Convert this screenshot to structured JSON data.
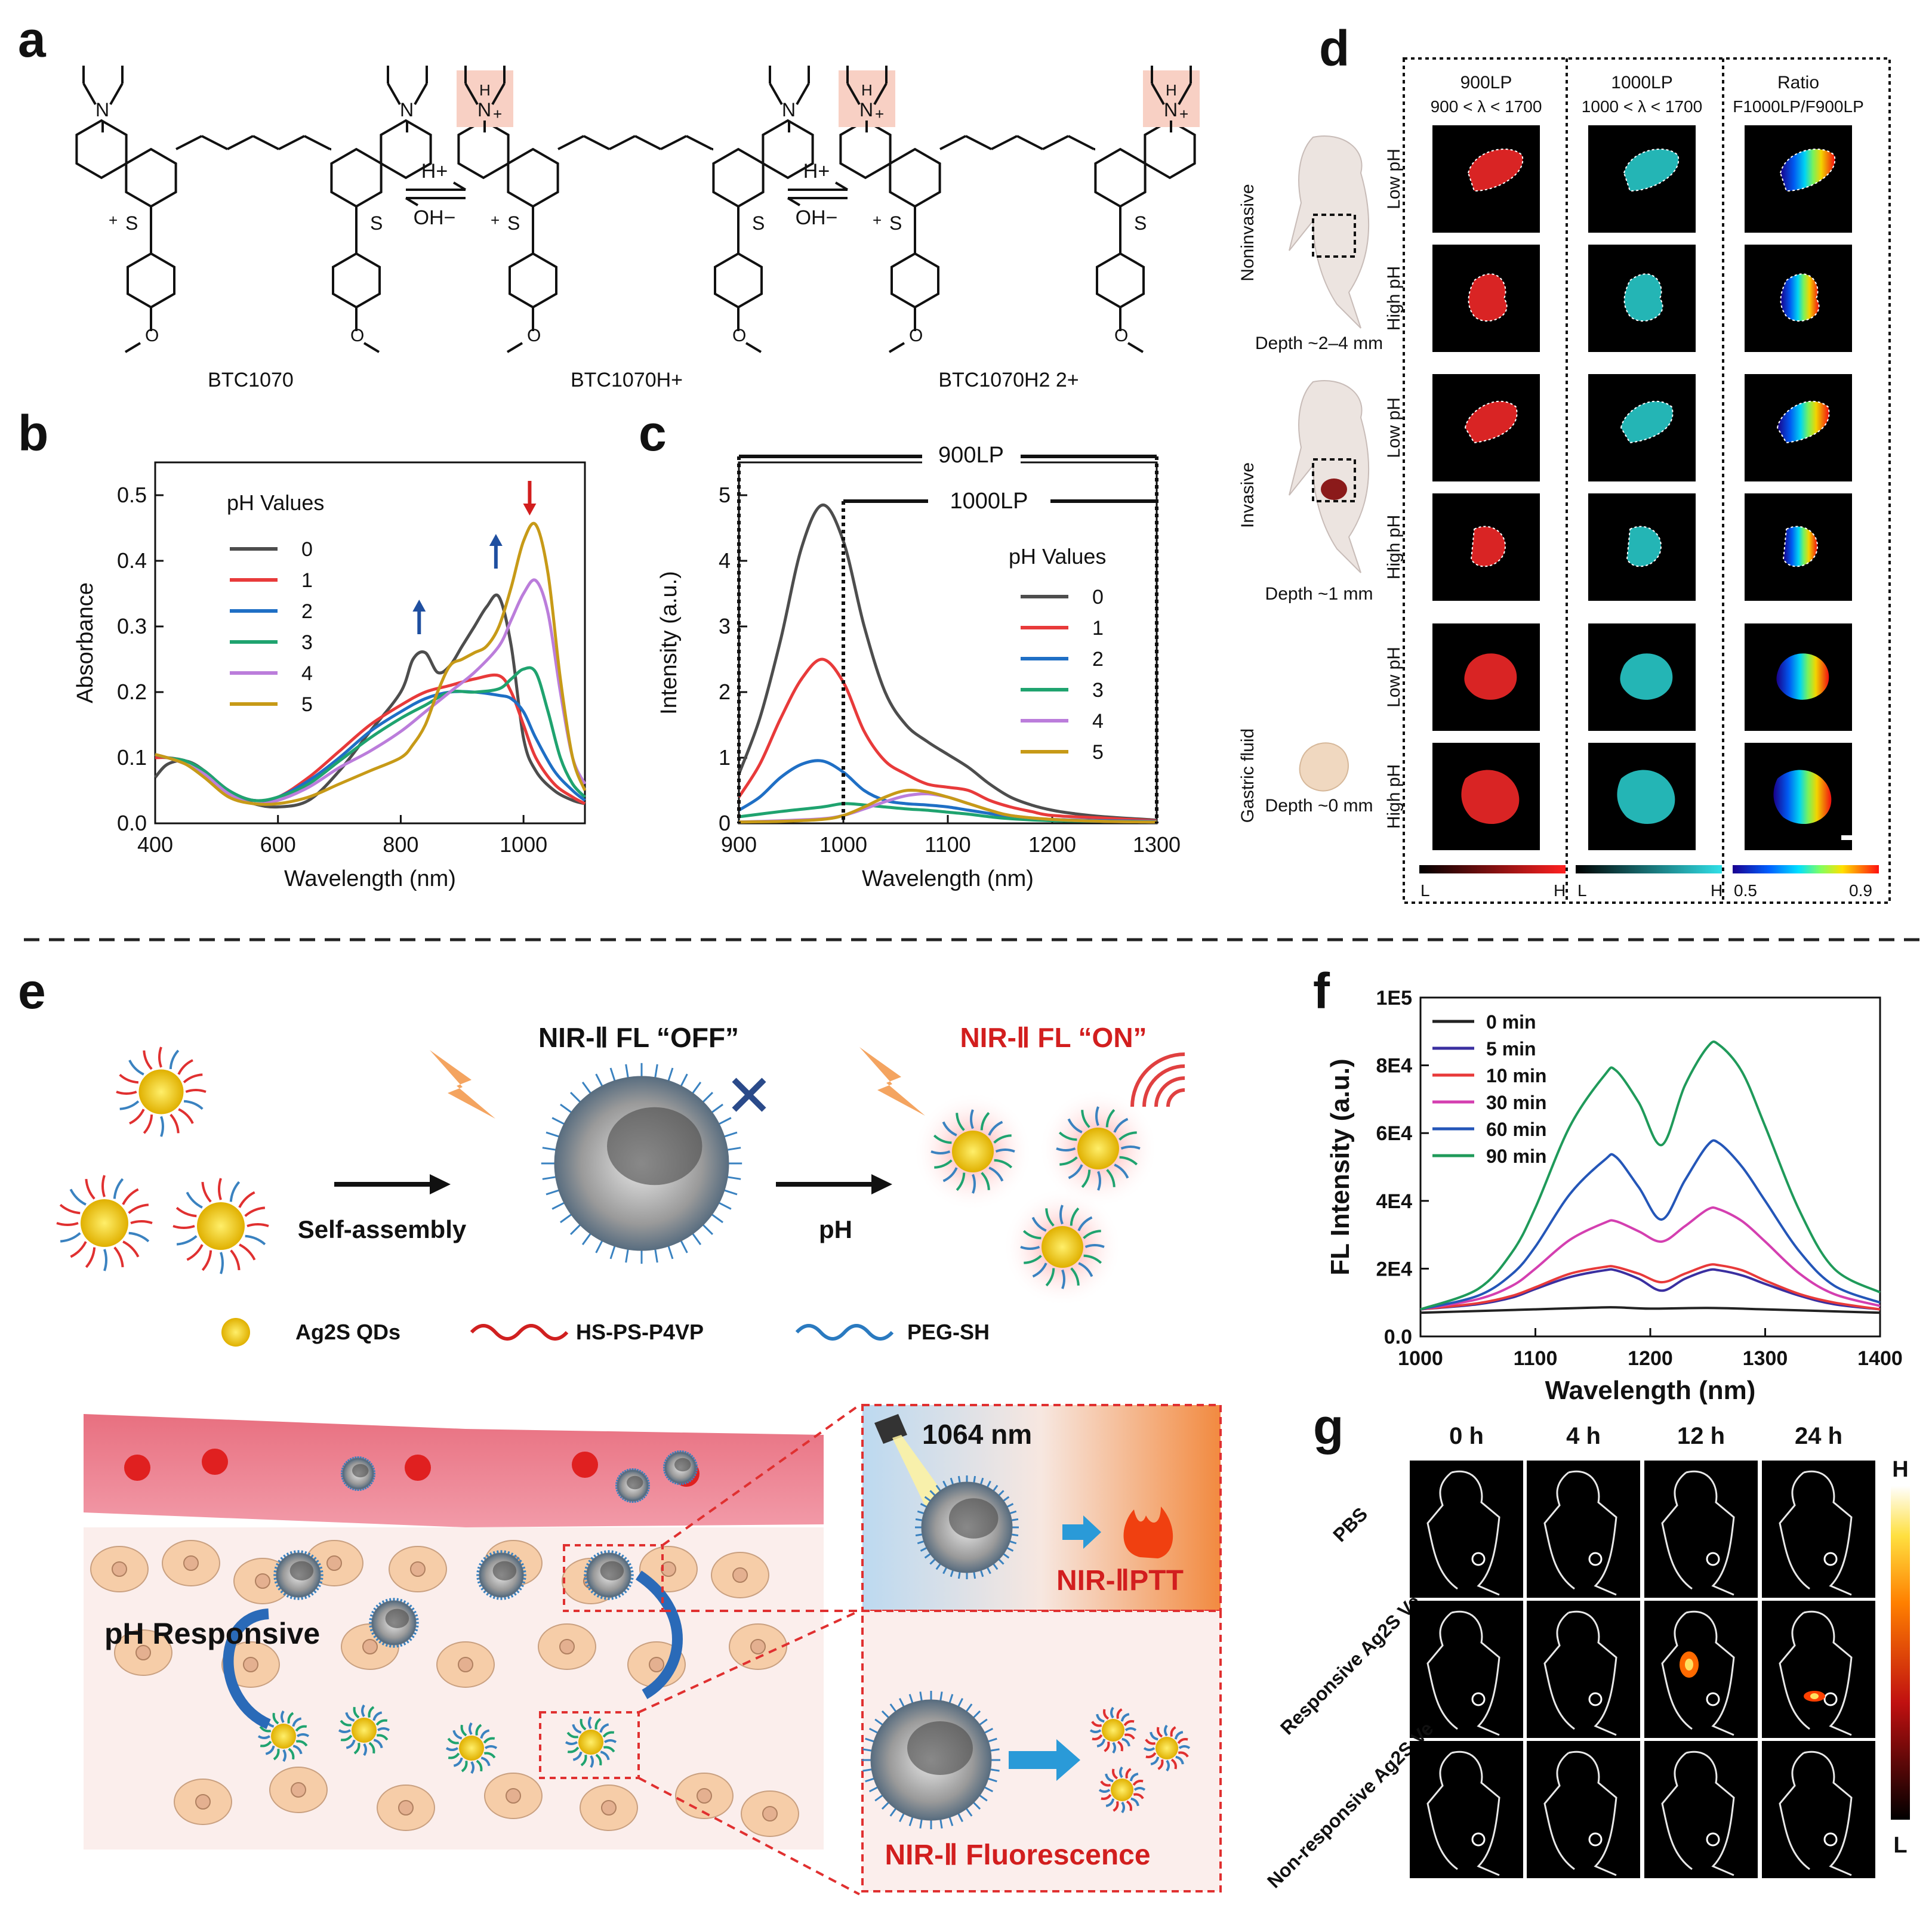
{
  "panels": [
    "a",
    "b",
    "c",
    "d",
    "e",
    "f",
    "g"
  ],
  "panel_a": {
    "species": [
      "BTC1070",
      "BTC1070H+",
      "BTC1070H2 2+"
    ],
    "arrow_top": "H+",
    "arrow_bottom": "OH−",
    "atoms": {
      "N": "N",
      "S": "S",
      "H": "H",
      "plus": "+"
    }
  },
  "panel_d": {
    "columns": [
      {
        "title": "900LP",
        "subtitle": "900 < λ < 1700"
      },
      {
        "title": "1000LP",
        "subtitle": "1000 < λ < 1700"
      },
      {
        "title": "Ratio",
        "subtitle": "F1000LP/F900LP"
      }
    ],
    "groups": [
      {
        "label": "Noninvasive",
        "depth": "Depth ~2–4 mm"
      },
      {
        "label": "Invasive",
        "depth": "Depth ~1 mm"
      },
      {
        "label": "Gastric fluid",
        "depth": "Depth ~0 mm"
      }
    ],
    "row_labels": [
      "Low pH",
      "High pH"
    ],
    "scale_labels": {
      "low": "L",
      "high": "H",
      "ratio_min": "0.5",
      "ratio_max": "0.9"
    }
  },
  "panel_e": {
    "off_label": "NIR-Ⅱ FL “OFF”",
    "on_label": "NIR-Ⅱ FL “ON”",
    "self_assembly": "Self-assembly",
    "ph": "pH",
    "legend": [
      "Ag2S QDs",
      "HS-PS-P4VP",
      "PEG-SH"
    ],
    "ph_responsive": "pH Responsive",
    "laser": "1064 nm",
    "ptt": "NIR-ⅡPTT",
    "fluorescence": "NIR-Ⅱ Fluorescence"
  },
  "panel_g": {
    "times": [
      "0 h",
      "4 h",
      "12 h",
      "24 h"
    ],
    "rows": [
      "PBS",
      "Responsive Ag2S Ve",
      "Non-responsive Ag2S Ve"
    ],
    "scale": {
      "high": "H",
      "low": "L"
    }
  },
  "chart_data": [
    {
      "panel": "b",
      "type": "line",
      "xlabel": "Wavelength (nm)",
      "ylabel": "Absorbance",
      "xlim": [
        400,
        1100
      ],
      "ylim": [
        0,
        0.55
      ],
      "xticks": [
        400,
        600,
        800,
        1000
      ],
      "yticks": [
        0.0,
        0.1,
        0.2,
        0.3,
        0.4,
        0.5
      ],
      "legend_title": "pH Values",
      "legend_placement": "top-left",
      "series": [
        {
          "name": "0",
          "color": "#4d4d4d",
          "x": [
            400,
            420,
            450,
            480,
            520,
            560,
            600,
            650,
            700,
            750,
            800,
            820,
            840,
            860,
            880,
            900,
            920,
            940,
            960,
            980,
            1000,
            1020,
            1050,
            1080,
            1100
          ],
          "y": [
            0.07,
            0.09,
            0.095,
            0.08,
            0.045,
            0.03,
            0.025,
            0.035,
            0.08,
            0.14,
            0.2,
            0.25,
            0.26,
            0.23,
            0.24,
            0.27,
            0.3,
            0.33,
            0.345,
            0.27,
            0.13,
            0.08,
            0.05,
            0.035,
            0.03
          ]
        },
        {
          "name": "1",
          "color": "#e83a3a",
          "x": [
            400,
            420,
            450,
            480,
            520,
            560,
            600,
            650,
            700,
            750,
            800,
            840,
            880,
            920,
            960,
            980,
            1000,
            1020,
            1050,
            1080,
            1100
          ],
          "y": [
            0.1,
            0.1,
            0.095,
            0.08,
            0.05,
            0.035,
            0.04,
            0.07,
            0.11,
            0.15,
            0.18,
            0.2,
            0.21,
            0.22,
            0.225,
            0.2,
            0.15,
            0.1,
            0.06,
            0.04,
            0.03
          ]
        },
        {
          "name": "2",
          "color": "#1f6fc5",
          "x": [
            400,
            420,
            450,
            480,
            520,
            560,
            600,
            650,
            700,
            750,
            800,
            840,
            880,
            920,
            960,
            980,
            1000,
            1020,
            1050,
            1080,
            1100
          ],
          "y": [
            0.105,
            0.1,
            0.095,
            0.08,
            0.05,
            0.035,
            0.04,
            0.065,
            0.1,
            0.14,
            0.17,
            0.19,
            0.2,
            0.2,
            0.195,
            0.19,
            0.17,
            0.13,
            0.08,
            0.05,
            0.035
          ]
        },
        {
          "name": "3",
          "color": "#1fa36f",
          "x": [
            400,
            420,
            450,
            480,
            520,
            560,
            600,
            650,
            700,
            750,
            800,
            840,
            880,
            920,
            960,
            980,
            1000,
            1020,
            1040,
            1060,
            1080,
            1100
          ],
          "y": [
            0.105,
            0.1,
            0.095,
            0.08,
            0.05,
            0.035,
            0.04,
            0.06,
            0.095,
            0.13,
            0.16,
            0.18,
            0.2,
            0.2,
            0.205,
            0.22,
            0.235,
            0.23,
            0.17,
            0.1,
            0.06,
            0.04
          ]
        },
        {
          "name": "4",
          "color": "#bb7ddb",
          "x": [
            400,
            420,
            450,
            480,
            520,
            560,
            600,
            650,
            700,
            750,
            800,
            840,
            880,
            920,
            960,
            980,
            1000,
            1020,
            1040,
            1060,
            1080,
            1100
          ],
          "y": [
            0.105,
            0.1,
            0.09,
            0.075,
            0.045,
            0.03,
            0.035,
            0.055,
            0.085,
            0.11,
            0.14,
            0.17,
            0.2,
            0.23,
            0.27,
            0.31,
            0.35,
            0.37,
            0.32,
            0.2,
            0.1,
            0.06
          ]
        },
        {
          "name": "5",
          "color": "#c79a17",
          "x": [
            400,
            420,
            450,
            480,
            520,
            560,
            600,
            650,
            700,
            750,
            800,
            820,
            840,
            860,
            880,
            900,
            920,
            940,
            960,
            980,
            1000,
            1020,
            1040,
            1060,
            1080,
            1100
          ],
          "y": [
            0.105,
            0.1,
            0.09,
            0.07,
            0.04,
            0.03,
            0.03,
            0.04,
            0.06,
            0.08,
            0.1,
            0.12,
            0.15,
            0.2,
            0.24,
            0.25,
            0.26,
            0.27,
            0.3,
            0.36,
            0.43,
            0.455,
            0.38,
            0.22,
            0.1,
            0.05
          ]
        }
      ],
      "annotations": [
        {
          "text": "↑",
          "x": 830,
          "y": 0.31,
          "color": "#1f4fa0"
        },
        {
          "text": "↑",
          "x": 955,
          "y": 0.41,
          "color": "#1f4fa0"
        },
        {
          "text": "↓",
          "x": 1010,
          "y": 0.5,
          "color": "#d21e1e"
        }
      ]
    },
    {
      "panel": "c",
      "type": "line",
      "xlabel": "Wavelength (nm)",
      "ylabel": "Intensity (a.u.)",
      "xlim": [
        900,
        1300
      ],
      "ylim": [
        0,
        5.5
      ],
      "xticks": [
        900,
        1000,
        1100,
        1200,
        1300
      ],
      "yticks": [
        0,
        1,
        2,
        3,
        4,
        5
      ],
      "legend_title": "pH Values",
      "legend_placement": "right",
      "bands": [
        {
          "label": "900LP",
          "start": 900,
          "end": 1300
        },
        {
          "label": "1000LP",
          "start": 1000,
          "end": 1300
        }
      ],
      "series": [
        {
          "name": "0",
          "color": "#4d4d4d",
          "x": [
            900,
            920,
            940,
            960,
            980,
            1000,
            1020,
            1040,
            1060,
            1080,
            1100,
            1120,
            1140,
            1160,
            1180,
            1200,
            1220,
            1250,
            1300
          ],
          "y": [
            0.75,
            1.6,
            2.8,
            4.2,
            4.85,
            4.3,
            3.0,
            2.0,
            1.5,
            1.25,
            1.05,
            0.85,
            0.6,
            0.4,
            0.28,
            0.2,
            0.15,
            0.1,
            0.05
          ]
        },
        {
          "name": "1",
          "color": "#e83a3a",
          "x": [
            900,
            920,
            940,
            960,
            980,
            1000,
            1020,
            1040,
            1060,
            1080,
            1100,
            1120,
            1140,
            1160,
            1180,
            1200,
            1250,
            1300
          ],
          "y": [
            0.4,
            0.9,
            1.6,
            2.2,
            2.5,
            2.15,
            1.4,
            0.95,
            0.75,
            0.6,
            0.55,
            0.5,
            0.35,
            0.25,
            0.18,
            0.12,
            0.08,
            0.04
          ]
        },
        {
          "name": "2",
          "color": "#1f6fc5",
          "x": [
            900,
            920,
            940,
            960,
            980,
            1000,
            1020,
            1040,
            1060,
            1080,
            1100,
            1120,
            1140,
            1160,
            1200,
            1250,
            1300
          ],
          "y": [
            0.2,
            0.4,
            0.7,
            0.9,
            0.95,
            0.78,
            0.5,
            0.35,
            0.3,
            0.28,
            0.25,
            0.2,
            0.15,
            0.1,
            0.06,
            0.04,
            0.03
          ]
        },
        {
          "name": "3",
          "color": "#1fa36f",
          "x": [
            900,
            940,
            980,
            1000,
            1020,
            1040,
            1060,
            1080,
            1100,
            1120,
            1140,
            1160,
            1200,
            1250,
            1300
          ],
          "y": [
            0.1,
            0.18,
            0.25,
            0.3,
            0.28,
            0.25,
            0.22,
            0.2,
            0.17,
            0.14,
            0.1,
            0.07,
            0.04,
            0.03,
            0.02
          ]
        },
        {
          "name": "4",
          "color": "#bb7ddb",
          "x": [
            900,
            940,
            980,
            1000,
            1020,
            1040,
            1060,
            1080,
            1100,
            1120,
            1140,
            1160,
            1200,
            1250,
            1300
          ],
          "y": [
            0.02,
            0.04,
            0.07,
            0.12,
            0.22,
            0.33,
            0.42,
            0.45,
            0.4,
            0.3,
            0.2,
            0.12,
            0.06,
            0.03,
            0.02
          ]
        },
        {
          "name": "5",
          "color": "#c79a17",
          "x": [
            900,
            940,
            980,
            1000,
            1020,
            1040,
            1060,
            1080,
            1100,
            1120,
            1140,
            1160,
            1200,
            1250,
            1300
          ],
          "y": [
            0.02,
            0.03,
            0.06,
            0.12,
            0.25,
            0.4,
            0.5,
            0.48,
            0.4,
            0.3,
            0.2,
            0.12,
            0.06,
            0.03,
            0.02
          ]
        }
      ]
    },
    {
      "panel": "f",
      "type": "line",
      "xlabel": "Wavelength (nm)",
      "ylabel": "FL Intensity (a.u.)",
      "xlim": [
        1000,
        1400
      ],
      "ylim": [
        0,
        100000
      ],
      "xticks": [
        1000,
        1100,
        1200,
        1300,
        1400
      ],
      "ytick_labels": [
        "0.0",
        "2E4",
        "4E4",
        "6E4",
        "8E4",
        "1E5"
      ],
      "legend_placement": "top-left",
      "series": [
        {
          "name": "0 min",
          "color": "#222222",
          "x": [
            1000,
            1050,
            1100,
            1150,
            1170,
            1200,
            1250,
            1300,
            1350,
            1400
          ],
          "y": [
            7000,
            7500,
            8000,
            8500,
            8600,
            8200,
            8400,
            8000,
            7500,
            7000
          ]
        },
        {
          "name": "5 min",
          "color": "#3a2fa0",
          "x": [
            1000,
            1050,
            1080,
            1100,
            1130,
            1160,
            1170,
            1190,
            1210,
            1230,
            1250,
            1260,
            1280,
            1300,
            1330,
            1360,
            1400
          ],
          "y": [
            8000,
            9500,
            11500,
            14000,
            17500,
            19500,
            19500,
            17000,
            13500,
            17000,
            19500,
            19500,
            18000,
            15500,
            12000,
            9500,
            8000
          ]
        },
        {
          "name": "10 min",
          "color": "#e83a3a",
          "x": [
            1000,
            1050,
            1080,
            1100,
            1130,
            1160,
            1170,
            1190,
            1210,
            1230,
            1250,
            1260,
            1280,
            1300,
            1330,
            1360,
            1400
          ],
          "y": [
            8000,
            9800,
            12000,
            14500,
            18500,
            20500,
            20500,
            18500,
            16000,
            18500,
            21000,
            21000,
            19500,
            16500,
            12500,
            10000,
            8000
          ]
        },
        {
          "name": "30 min",
          "color": "#d43fb0",
          "x": [
            1000,
            1050,
            1080,
            1100,
            1130,
            1160,
            1170,
            1190,
            1210,
            1230,
            1250,
            1260,
            1280,
            1300,
            1330,
            1360,
            1400
          ],
          "y": [
            8000,
            11000,
            15000,
            20000,
            28500,
            33500,
            34000,
            31000,
            28000,
            32500,
            37500,
            37500,
            34000,
            28000,
            18500,
            12500,
            9000
          ]
        },
        {
          "name": "60 min",
          "color": "#2456b8",
          "x": [
            1000,
            1050,
            1080,
            1100,
            1130,
            1160,
            1170,
            1190,
            1210,
            1230,
            1250,
            1260,
            1280,
            1300,
            1330,
            1360,
            1400
          ],
          "y": [
            8000,
            12000,
            18500,
            26500,
            42000,
            52000,
            53000,
            44000,
            34500,
            46000,
            56500,
            57000,
            50000,
            40000,
            25000,
            15000,
            10000
          ]
        },
        {
          "name": "90 min",
          "color": "#1f9a5a",
          "x": [
            1000,
            1050,
            1080,
            1100,
            1130,
            1160,
            1170,
            1190,
            1210,
            1230,
            1250,
            1260,
            1280,
            1300,
            1330,
            1360,
            1400
          ],
          "y": [
            8000,
            14000,
            25000,
            38000,
            62000,
            77000,
            78500,
            69000,
            56500,
            74000,
            85500,
            86000,
            78000,
            62000,
            37000,
            20000,
            13000
          ]
        }
      ]
    }
  ]
}
